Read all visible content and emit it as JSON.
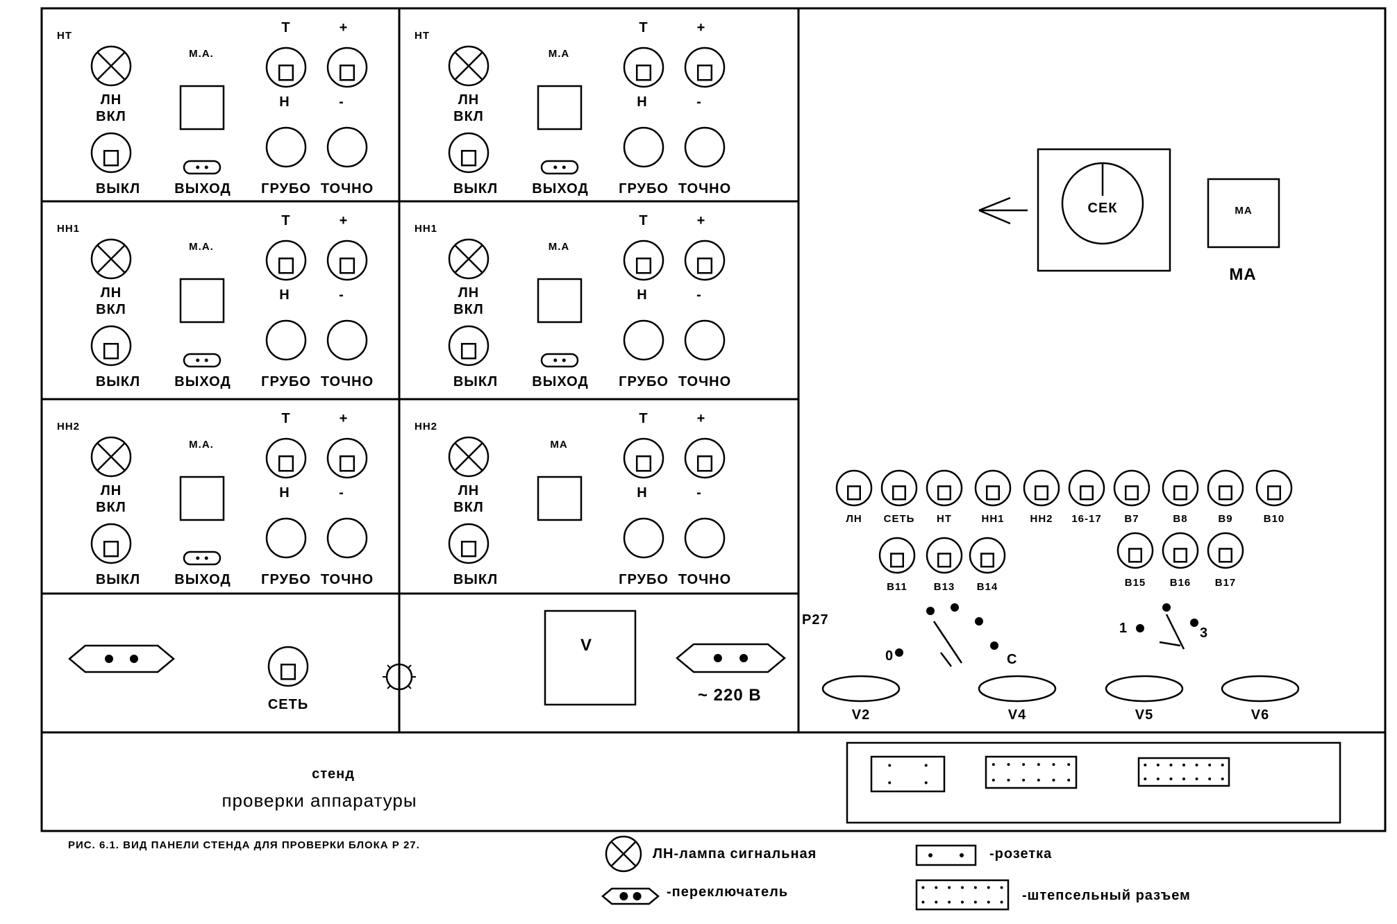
{
  "figure": {
    "caption": "РИС. 6.1. ВИД ПАНЕЛИ СТЕНДА ДЛЯ ПРОВЕРКИ БЛОКА Р 27."
  },
  "modules": [
    {
      "id": "НТ",
      "meter": "М.А.",
      "t": "Т",
      "plus": "+",
      "h": "Н",
      "minus": "-",
      "lamp": "ЛН",
      "on": "ВКЛ",
      "off": "ВЫКЛ",
      "out": "ВЫХОД",
      "coarse": "ГРУБО",
      "fine": "ТОЧНО"
    },
    {
      "id": "НТ",
      "meter": "М.А",
      "t": "Т",
      "plus": "+",
      "h": "Н",
      "minus": "-",
      "lamp": "ЛН",
      "on": "ВКЛ",
      "off": "ВЫКЛ",
      "out": "ВЫХОД",
      "coarse": "ГРУБО",
      "fine": "ТОЧНО"
    },
    {
      "id": "НН1",
      "meter": "М.А.",
      "t": "Т",
      "plus": "+",
      "h": "Н",
      "minus": "-",
      "lamp": "ЛН",
      "on": "ВКЛ",
      "off": "ВЫКЛ",
      "out": "ВЫХОД",
      "coarse": "ГРУБО",
      "fine": "ТОЧНО"
    },
    {
      "id": "НН1",
      "meter": "М.А",
      "t": "Т",
      "plus": "+",
      "h": "Н",
      "minus": "-",
      "lamp": "ЛН",
      "on": "ВКЛ",
      "off": "ВЫКЛ",
      "out": "ВЫХОД",
      "coarse": "ГРУБО",
      "fine": "ТОЧНО"
    },
    {
      "id": "НН2",
      "meter": "М.А.",
      "t": "Т",
      "plus": "+",
      "h": "Н",
      "minus": "-",
      "lamp": "ЛН",
      "on": "ВКЛ",
      "off": "ВЫКЛ",
      "out": "ВЫХОД",
      "coarse": "ГРУБО",
      "fine": "ТОЧНО"
    },
    {
      "id": "НН2",
      "meter": "МА",
      "t": "Т",
      "plus": "+",
      "h": "Н",
      "minus": "-",
      "lamp": "ЛН",
      "on": "ВКЛ",
      "off": "ВЫКЛ",
      "out": "",
      "coarse": "ГРУБО",
      "fine": "ТОЧНО"
    }
  ],
  "power": {
    "net_label": "СЕТЬ",
    "voltmeter": "V",
    "supply": "~ 220 В"
  },
  "right_panel": {
    "timer_label": "СЕК",
    "ma_box": "МА",
    "ma_caption": "МА",
    "switch_row1": [
      "ЛН",
      "СЕТЬ",
      "НТ",
      "НН1",
      "НН2",
      "16-17",
      "В7",
      "В8",
      "В9",
      "В10"
    ],
    "switch_row2a": [
      "В11",
      "В13",
      "В14"
    ],
    "switch_row2b": [
      "В15",
      "В16",
      "В17"
    ],
    "rotary_title": "Р27",
    "rotary1_labels": [
      "0",
      "С"
    ],
    "rotary2_labels": [
      "1",
      "3"
    ],
    "sockets": [
      "V2",
      "V4",
      "V5",
      "V6"
    ]
  },
  "title_block": {
    "line1": "стенд",
    "line2": "проверки аппаратуры"
  },
  "legend": {
    "lamp": "ЛН-лампа сигнальная",
    "switch": "-переключатель",
    "socket": "-розетка",
    "plug": "-штепсельный разъем"
  }
}
